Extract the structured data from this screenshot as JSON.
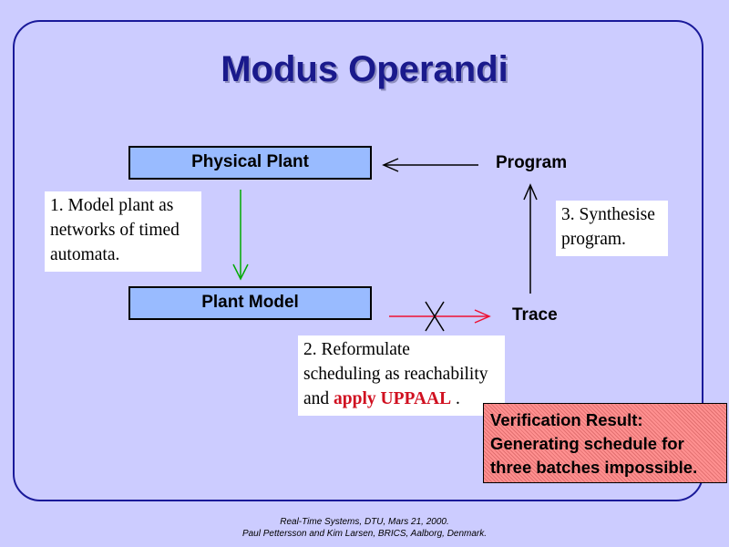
{
  "slide": {
    "title": "Modus Operandi",
    "nodes": {
      "physical_plant": "Physical Plant",
      "plant_model": "Plant Model",
      "program": "Program",
      "trace": "Trace"
    },
    "notes": {
      "step1": [
        "1. Model plant as",
        "networks of timed",
        "automata."
      ],
      "step2_line1": "2. Reformulate",
      "step2_line2": "scheduling as reachability",
      "step2_line3_prefix": "and",
      "step2_highlight": "apply UPPAAL",
      "step2_suffix": ".",
      "step3": [
        "3. Synthesise",
        "program."
      ]
    },
    "result": [
      "Verification Result:",
      "Generating schedule for",
      "three batches impossible."
    ],
    "footer": [
      "Real-Time Systems, DTU, Mars 21, 2000.",
      "Paul Pettersson and Kim Larsen, BRICS, Aalborg, Denmark."
    ],
    "colors": {
      "background": "#ccccff",
      "title": "#1a1a8c",
      "box_fill": "#99bbff",
      "model_arrow": "#00aa00",
      "trace_arrow": "#ee1133",
      "result_fill": "#ff9090"
    }
  }
}
